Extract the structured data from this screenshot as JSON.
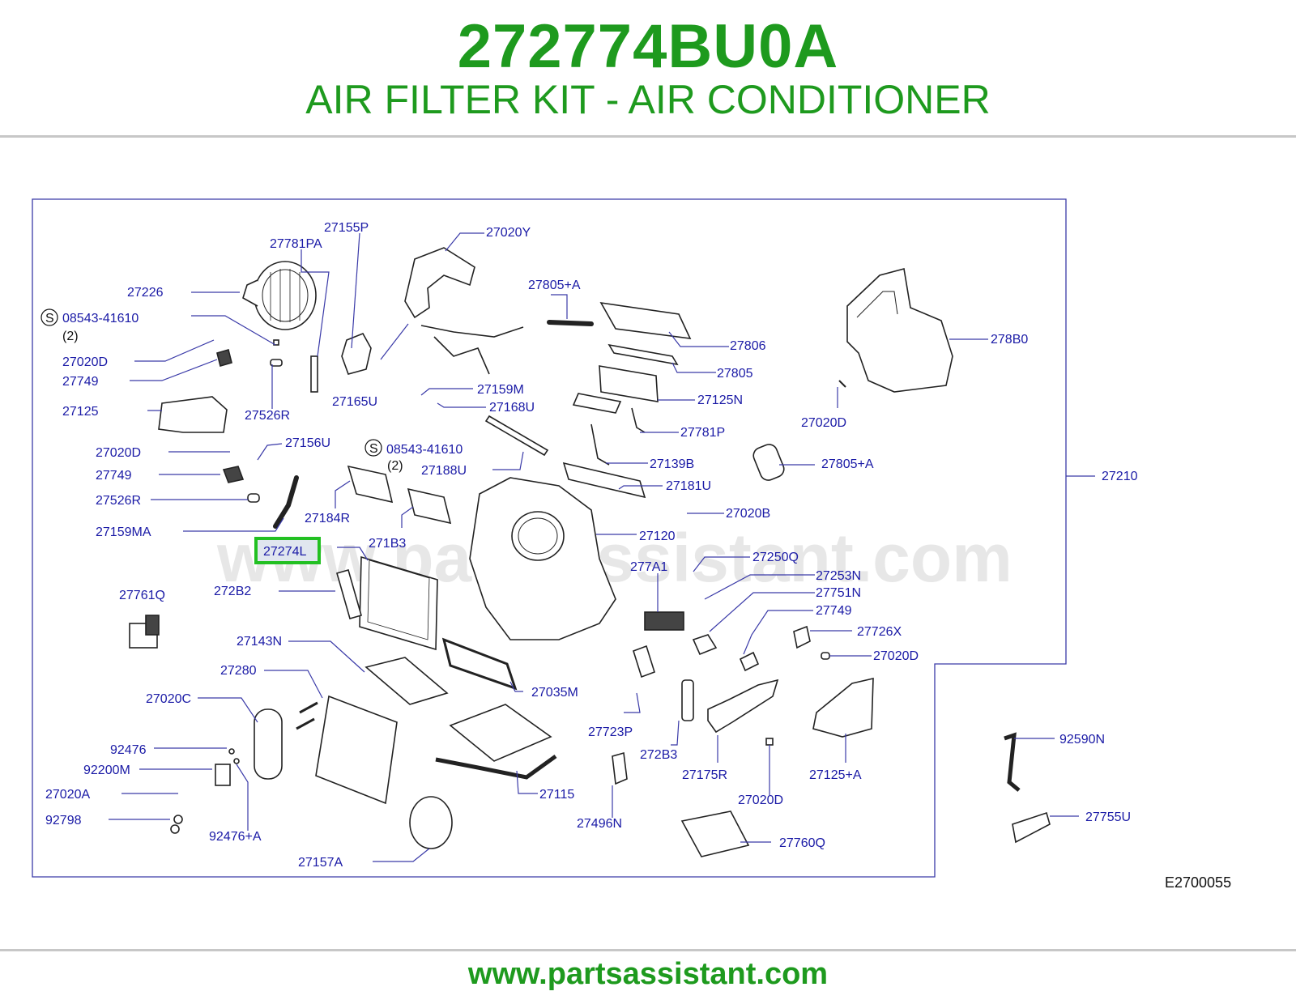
{
  "header": {
    "part_number": "272774BU0A",
    "title": "AIR FILTER KIT - AIR CONDITIONER"
  },
  "diagram": {
    "code": "E2700055",
    "watermark": "www.partsassistant.com",
    "highlighted_label": "27274L",
    "callouts": {
      "c27155P": "27155P",
      "c27020Y": "27020Y",
      "c27781PA": "27781PA",
      "c27226": "27226",
      "c08543_1": "08543-41610",
      "qty1": "(2)",
      "c27805A_1": "27805+A",
      "c27806": "27806",
      "c278B0": "278B0",
      "c27020D_1": "27020D",
      "c27749_1": "27749",
      "c27805": "27805",
      "c27165U": "27165U",
      "c27159M": "27159M",
      "c27125N": "27125N",
      "c27125": "27125",
      "c27526R_1": "27526R",
      "c27168U": "27168U",
      "c27781P": "27781P",
      "c27020D_2": "27020D",
      "c27020D_3": "27020D",
      "c27156U": "27156U",
      "c08543_2": "08543-41610",
      "qty2": "(2)",
      "c27139B": "27139B",
      "c27805A_2": "27805+A",
      "c27749_2": "27749",
      "c27188U": "27188U",
      "c27181U": "27181U",
      "c27210": "27210",
      "c27526R_2": "27526R",
      "c27184R": "27184R",
      "c27020B": "27020B",
      "c27159MA": "27159MA",
      "c271B3": "271B3",
      "c27120": "27120",
      "c27250Q": "27250Q",
      "c277A1": "277A1",
      "c27253N": "27253N",
      "c272B2": "272B2",
      "c27761Q": "27761Q",
      "c27751N": "27751N",
      "c27749_3": "27749",
      "c27726X": "27726X",
      "c27143N": "27143N",
      "c27020D_4": "27020D",
      "c27280": "27280",
      "c27035M": "27035M",
      "c27020C": "27020C",
      "c27723P": "27723P",
      "c92590N": "92590N",
      "c92476": "92476",
      "c272B3": "272B3",
      "c27175R": "27175R",
      "c27125A": "27125+A",
      "c92200M": "92200M",
      "c27020A": "27020A",
      "c27115": "27115",
      "c27020D_5": "27020D",
      "c27755U": "27755U",
      "c92798": "92798",
      "c27496N": "27496N",
      "c92476A": "92476+A",
      "c27760Q": "27760Q",
      "c27157A": "27157A"
    }
  },
  "footer": {
    "url": "www.partsassistant.com"
  },
  "colors": {
    "brand_green": "#1e9a1e",
    "label_blue": "#1a1aa6",
    "highlight_green": "#22c022"
  }
}
